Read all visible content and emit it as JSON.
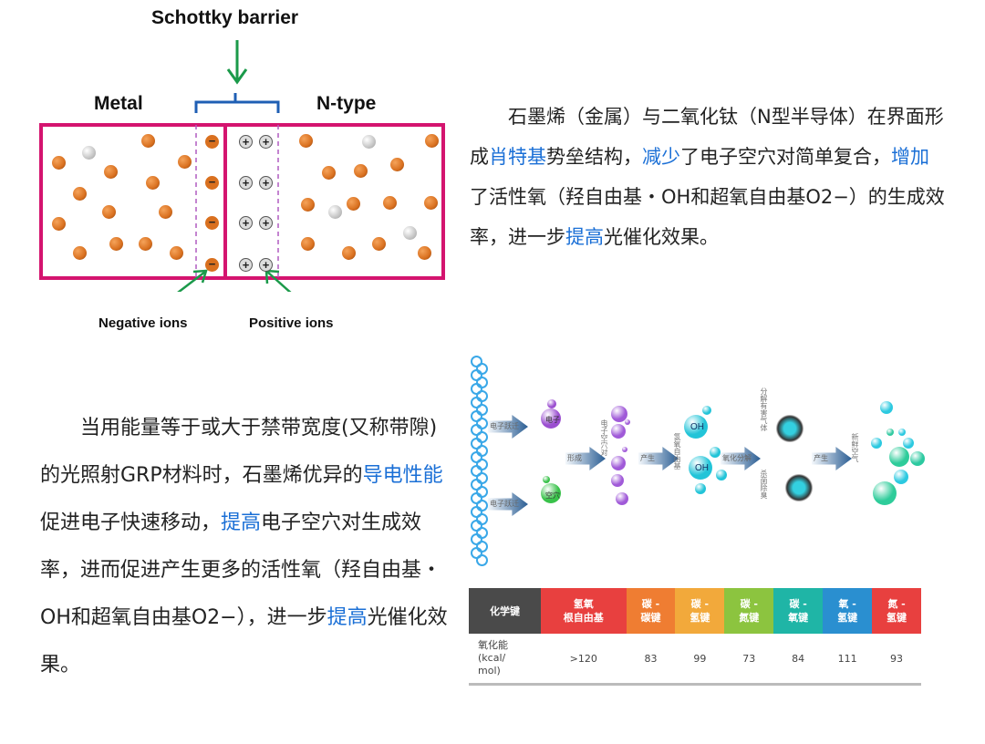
{
  "schottky": {
    "title": "Schottky barrier",
    "metal_label": "Metal",
    "ntype_label": "N-type",
    "negative_label": "Negative ions",
    "positive_label": "Positive ions",
    "colors": {
      "box": "#d4146f",
      "electron": "#d9701f",
      "hole": "#cfcfcf",
      "bracket": "#1f5fb4",
      "arrow": "#1b9a4a"
    }
  },
  "para1": [
    "石墨烯（金属）与二氧化钛（N型半导体）在界面形成",
    "肖特基",
    "势垒结构，",
    "减少",
    "了电子空穴对简单复合，",
    "增加",
    "了活性氧（羟自由基・OH和超氧自由基O2−）的生成效率，进一步",
    "提高",
    "光催化效果。"
  ],
  "para2": [
    "当用能量等于或大于禁带宽度(又称带隙)的光照射GRP材料时，石墨烯优异的",
    "导电性能",
    "促进电子快速移动，",
    "提高",
    "电子空穴对生成效率，进而促进产生更多的活性氧（羟自由基・OH和超氧自由基O2−），进一步",
    "提高",
    "光催化效果。"
  ],
  "process": {
    "jump1": "电子跃迁",
    "jump2": "电子跃迁",
    "electron": "电子",
    "hole": "空穴",
    "form": "形成",
    "pair": "电子空穴对",
    "produce1": "产生",
    "radical": "氢氧自由基",
    "oxidize": "氧化分解",
    "harmful": "分解有害气体",
    "sterilize": "杀菌除臭",
    "produce2": "产生",
    "fresh": "新鲜空气",
    "oh": "OH"
  },
  "table": {
    "headers": [
      "化学键",
      "氢氧\n根自由基",
      "碳 -\n碳键",
      "碳 -\n氢键",
      "碳 -\n氮键",
      "碳 -\n氧键",
      "氧 -\n氢键",
      "氮 -\n氢键"
    ],
    "header_colors": [
      "#4a4a4a",
      "#e8403f",
      "#ef7d32",
      "#f2a93b",
      "#8cc43f",
      "#1fb5a6",
      "#2a8fd0",
      "#e8403f"
    ],
    "row_label": "氧化能\n(kcal/\nmol)",
    "values": [
      ">120",
      "83",
      "99",
      "73",
      "84",
      "111",
      "93"
    ]
  }
}
